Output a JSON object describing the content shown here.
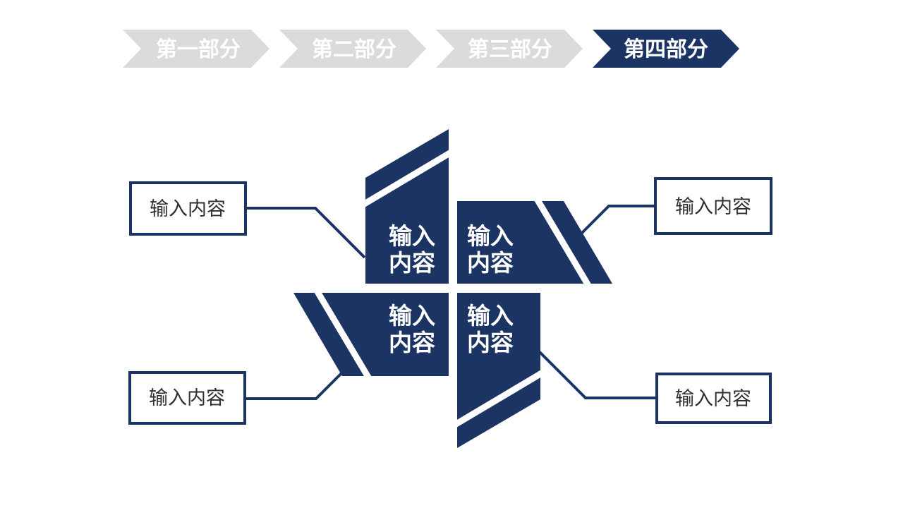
{
  "slide": {
    "background_color": "#ffffff",
    "nav": {
      "inactive_color": "#dbdbdb",
      "active_color": "#1c3463",
      "text_color": "#ffffff",
      "items": [
        {
          "label": "第一部分",
          "active": false
        },
        {
          "label": "第二部分",
          "active": false
        },
        {
          "label": "第三部分",
          "active": false
        },
        {
          "label": "第四部分",
          "active": true
        }
      ]
    },
    "pinwheel": {
      "blade_color": "#1c3463",
      "text_color": "#ffffff",
      "blades": [
        {
          "position": "top-left",
          "line1": "输入",
          "line2": "内容"
        },
        {
          "position": "top-right",
          "line1": "输入",
          "line2": "内容"
        },
        {
          "position": "bottom-left",
          "line1": "输入",
          "line2": "内容"
        },
        {
          "position": "bottom-right",
          "line1": "输入",
          "line2": "内容"
        }
      ]
    },
    "callouts": {
      "border_color": "#1c3463",
      "text_color": "#2f2f2f",
      "boxes": [
        {
          "position": "top-left",
          "label": "输入内容"
        },
        {
          "position": "top-right",
          "label": "输入内容"
        },
        {
          "position": "bottom-left",
          "label": "输入内容"
        },
        {
          "position": "bottom-right",
          "label": "输入内容"
        }
      ]
    }
  }
}
